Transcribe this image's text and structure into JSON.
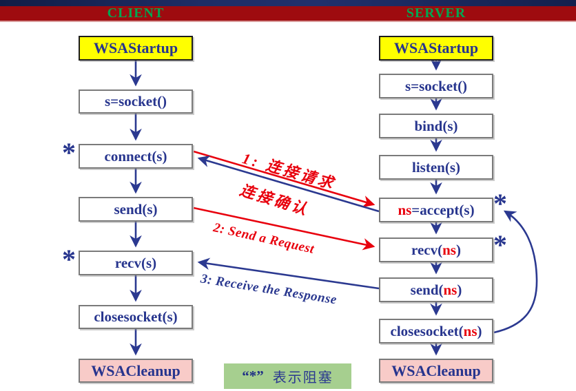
{
  "header": {
    "client": "CLIENT",
    "server": "SERVER"
  },
  "client_nodes": [
    {
      "label": "WSAStartup"
    },
    {
      "label": "s=socket()"
    },
    {
      "label": "connect(s)",
      "blocking": true
    },
    {
      "label": "send(s)"
    },
    {
      "label": "recv(s)",
      "blocking": true
    },
    {
      "label": "closesocket(s)"
    },
    {
      "label": "WSACleanup"
    }
  ],
  "server_nodes": [
    {
      "label": "WSAStartup"
    },
    {
      "label": "s=socket()"
    },
    {
      "label": "bind(s)"
    },
    {
      "label": "listen(s)"
    },
    {
      "pre": "",
      "red": "ns",
      "post": "=accept(s)",
      "blocking": true
    },
    {
      "pre": "recv(",
      "red": "ns",
      "post": ")",
      "blocking": true
    },
    {
      "pre": "send(",
      "red": "ns",
      "post": ")"
    },
    {
      "pre": "closesocket(",
      "red": "ns",
      "post": ")"
    },
    {
      "label": "WSACleanup"
    }
  ],
  "messages": {
    "m1": "1: 连接请求",
    "m1_reply": "连接确认",
    "m2": "2: Send a Request",
    "m3": "3: Receive the Response"
  },
  "blocking_marker": "*",
  "legend": {
    "symbol": "“*”",
    "text": "表示阻塞"
  },
  "colors": {
    "header_navy": "#1e2d66",
    "header_red": "#9e0b0f",
    "title_green": "#00a651",
    "node_text_blue": "#27358e",
    "ns_red": "#e8000d",
    "arrow_blue": "#2b3990",
    "arrow_red": "#e8000d",
    "box_yellow": "#ffff00",
    "box_pink": "#f8cbc8",
    "legend_green": "#a6cf8f"
  }
}
